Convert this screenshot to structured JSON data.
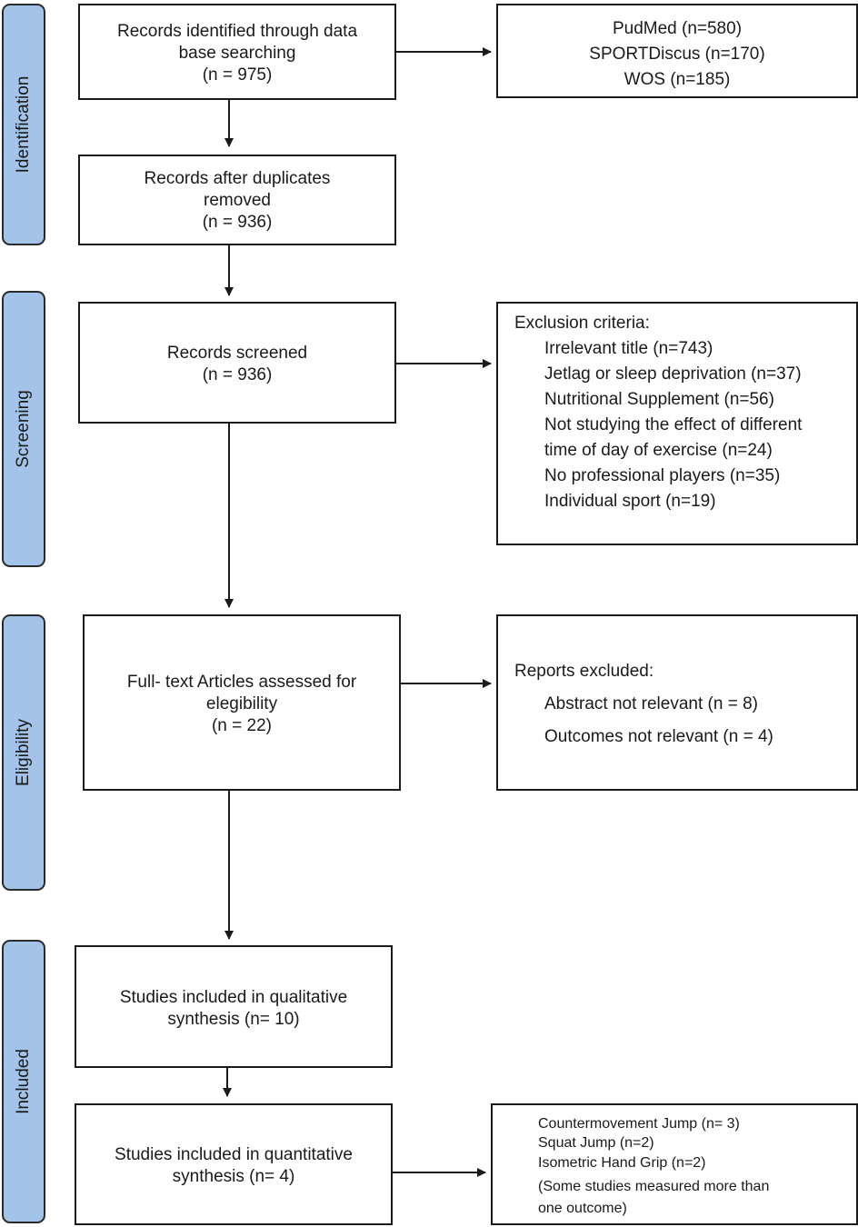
{
  "stages": {
    "identification": "Identification",
    "screening": "Screening",
    "eligibility": "Eligibility",
    "included": "Included"
  },
  "identified": {
    "line1": "Records identified through data",
    "line2": "base searching",
    "line3": "(n = 975)"
  },
  "databases": {
    "line1": "PudMed (n=580)",
    "line2": "SPORTDiscus (n=170)",
    "line3": "WOS (n=185)"
  },
  "dedup": {
    "line1": "Records after duplicates",
    "line2": "removed",
    "line3": "(n = 936)"
  },
  "screened": {
    "line1": "Records screened",
    "line2": "(n = 936)"
  },
  "exclusion": {
    "heading": "Exclusion criteria:",
    "items": [
      "Irrelevant title (n=743)",
      "Jetlag or sleep deprivation (n=37)",
      "Nutritional Supplement (n=56)",
      "Not studying the effect of different",
      "time of day of exercise (n=24)",
      "No professional players (n=35)",
      "Individual sport (n=19)"
    ]
  },
  "fulltext": {
    "line1": "Full- text Articles assessed for",
    "line2": "elegibility",
    "line3": "(n = 22)"
  },
  "reports": {
    "heading": "Reports excluded:",
    "items": [
      "Abstract not relevant (n = 8)",
      "Outcomes not relevant (n = 4)"
    ]
  },
  "qualitative": {
    "line1": "Studies included in qualitative",
    "line2": "synthesis (n= 10)"
  },
  "quantitative": {
    "line1": "Studies included in quantitative",
    "line2": "synthesis (n= 4)"
  },
  "outcomes": {
    "items": [
      "Countermovement Jump (n= 3)",
      "Squat Jump (n=2)",
      "Isometric Hand Grip (n=2)",
      "(Some studies measured more than",
      "one outcome)"
    ]
  }
}
